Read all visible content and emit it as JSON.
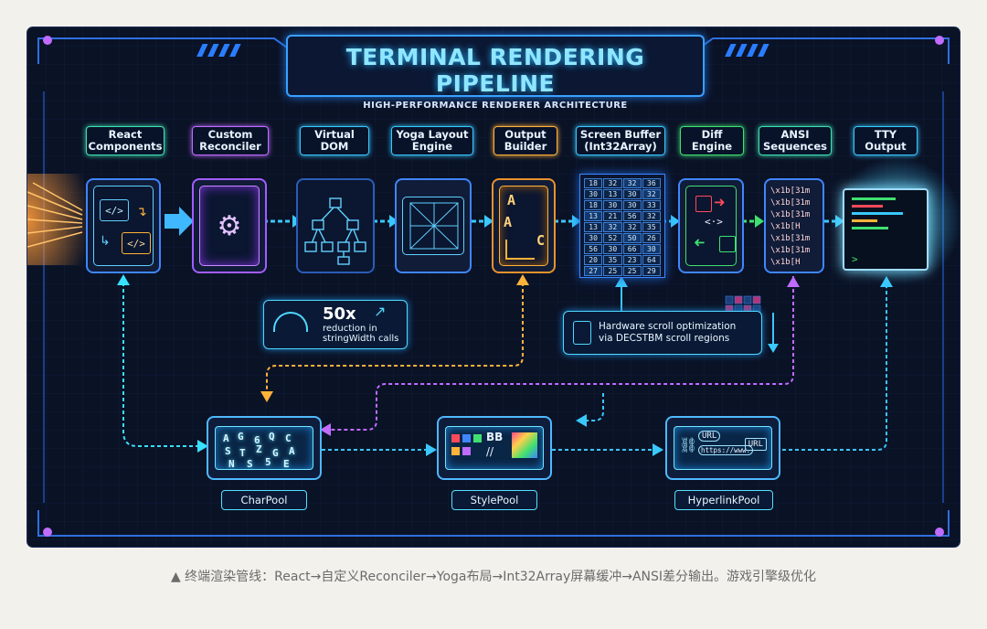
{
  "title": "TERMINAL RENDERING PIPELINE",
  "subtitle": "HIGH-PERFORMANCE RENDERER ARCHITECTURE",
  "stages": [
    {
      "label": "React\nComponents",
      "color": "#3fe0b0"
    },
    {
      "label": "Custom\nReconciler",
      "color": "#c06cff"
    },
    {
      "label": "Virtual\nDOM",
      "color": "#39c8ff"
    },
    {
      "label": "Yoga Layout\nEngine",
      "color": "#39c8ff"
    },
    {
      "label": "Output\nBuilder",
      "color": "#ffb23a"
    },
    {
      "label": "Screen Buffer\n(Int32Array)",
      "color": "#39c8ff"
    },
    {
      "label": "Diff\nEngine",
      "color": "#3fe070"
    },
    {
      "label": "ANSI\nSequences",
      "color": "#3fe0b0"
    },
    {
      "label": "TTY\nOutput",
      "color": "#39c8ff"
    }
  ],
  "node_glyphs": {
    "react": [
      "</>",
      "</>"
    ],
    "builder": [
      "A",
      "A",
      "C"
    ],
    "diff": [
      "<·>"
    ]
  },
  "buffer_cells": [
    "18",
    "32",
    "32",
    "36",
    "30",
    "13",
    "30",
    "32",
    "18",
    "30",
    "30",
    "33",
    "13",
    "21",
    "56",
    "32",
    "13",
    "32",
    "32",
    "35",
    "30",
    "52",
    "50",
    "26",
    "56",
    "30",
    "66",
    "30",
    "20",
    "35",
    "23",
    "64",
    "27",
    "25",
    "25",
    "29"
  ],
  "ansi_lines": [
    "\\x1b[31m",
    "\\x1b[31m",
    "\\x1b[31m",
    "\\x1b[H",
    "\\x1b[31m",
    "\\x1b[31m",
    "\\x1b[H"
  ],
  "tty_prompt": ">",
  "callout_stringwidth": {
    "big": "50x",
    "text": "reduction in\nstringWidth calls"
  },
  "callout_scroll": {
    "text": "Hardware scroll optimization\nvia DECSTBM scroll regions"
  },
  "pools": [
    {
      "label": "CharPool",
      "glyphs": [
        "A",
        "G",
        "6",
        "Q",
        "C",
        "S",
        "T",
        "Z",
        "G",
        "A",
        "N",
        "S",
        "5",
        "E"
      ]
    },
    {
      "label": "StylePool",
      "glyphs": [
        "BB",
        "//"
      ]
    },
    {
      "label": "HyperlinkPool",
      "glyphs": [
        "URL",
        "https://www.",
        "URL"
      ]
    }
  ],
  "caption": "▲ 终端渲染管线：React→自定义Reconciler→Yoga布局→Int32Array屏幕缓冲→ANSI差分输出。游戏引擎级优化",
  "colors": {
    "background": "#0a1226",
    "accent": "#39c8ff",
    "purple": "#c06cff",
    "orange": "#ffb23a",
    "green": "#3fe070"
  }
}
